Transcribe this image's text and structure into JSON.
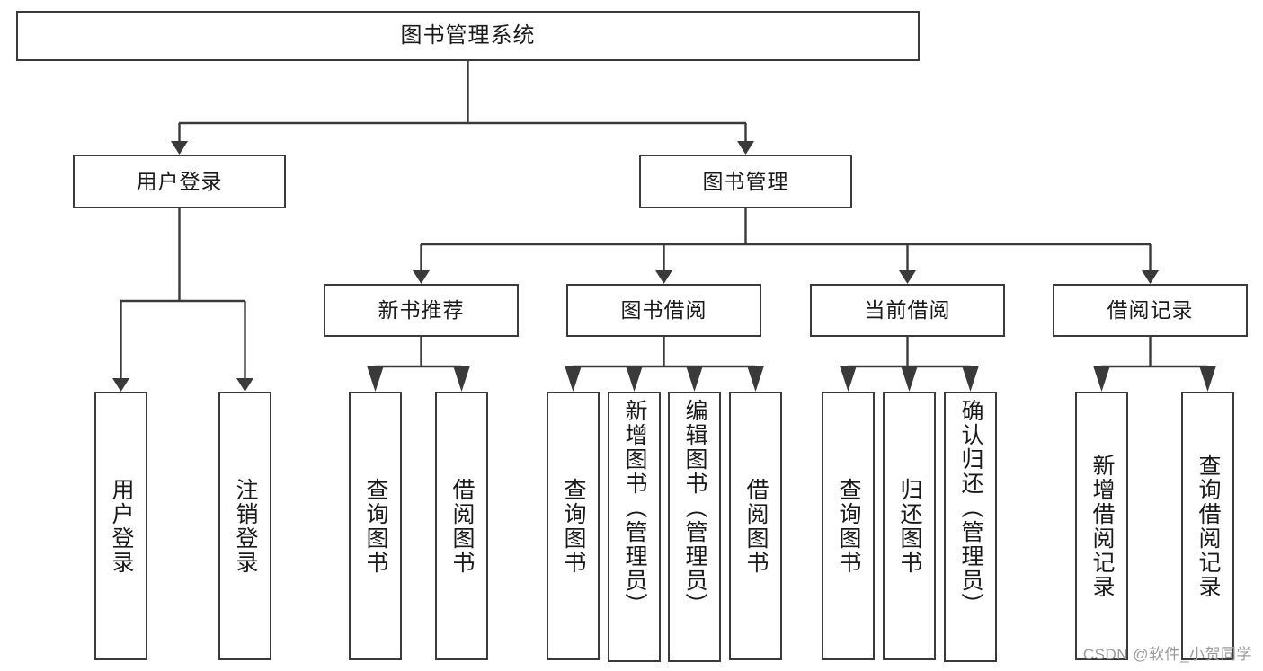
{
  "diagram": {
    "type": "tree-hierarchy",
    "title": "图书管理系统",
    "background_color": "#ffffff",
    "box_border_color": "#3a3a3a",
    "box_fill_color": "#ffffff",
    "text_color": "#1a1a1a",
    "nodes": {
      "root": {
        "label": "图书管理系统"
      },
      "tier2": [
        {
          "id": "user-login",
          "label": "用户登录"
        },
        {
          "id": "book-management",
          "label": "图书管理"
        }
      ],
      "tier3": [
        {
          "id": "new-book-recommend",
          "label": "新书推荐"
        },
        {
          "id": "book-borrow",
          "label": "图书借阅"
        },
        {
          "id": "current-borrow",
          "label": "当前借阅"
        },
        {
          "id": "borrow-record",
          "label": "借阅记录"
        }
      ],
      "leaves": {
        "user_login": [
          {
            "id": "leaf-user-login",
            "label": "用户登录"
          },
          {
            "id": "leaf-logout-login",
            "label": "注销登录"
          }
        ],
        "new_book_recommend": [
          {
            "id": "leaf-query-book-1",
            "label": "查询图书"
          },
          {
            "id": "leaf-borrow-book-1",
            "label": "借阅图书"
          }
        ],
        "book_borrow": [
          {
            "id": "leaf-query-book-2",
            "label": "查询图书"
          },
          {
            "id": "leaf-add-book-admin",
            "label": "新增图书（管理员）"
          },
          {
            "id": "leaf-edit-book-admin",
            "label": "编辑图书（管理员）"
          },
          {
            "id": "leaf-borrow-book-2",
            "label": "借阅图书"
          }
        ],
        "current_borrow": [
          {
            "id": "leaf-query-book-3",
            "label": "查询图书"
          },
          {
            "id": "leaf-return-book",
            "label": "归还图书"
          },
          {
            "id": "leaf-confirm-return-admin",
            "label": "确认归还（管理员）"
          }
        ],
        "borrow_record": [
          {
            "id": "leaf-add-borrow-record",
            "label": "新增借阅记录"
          },
          {
            "id": "leaf-query-borrow-record",
            "label": "查询借阅记录"
          }
        ]
      }
    },
    "watermark": "CSDN @软件_小贺同学"
  }
}
